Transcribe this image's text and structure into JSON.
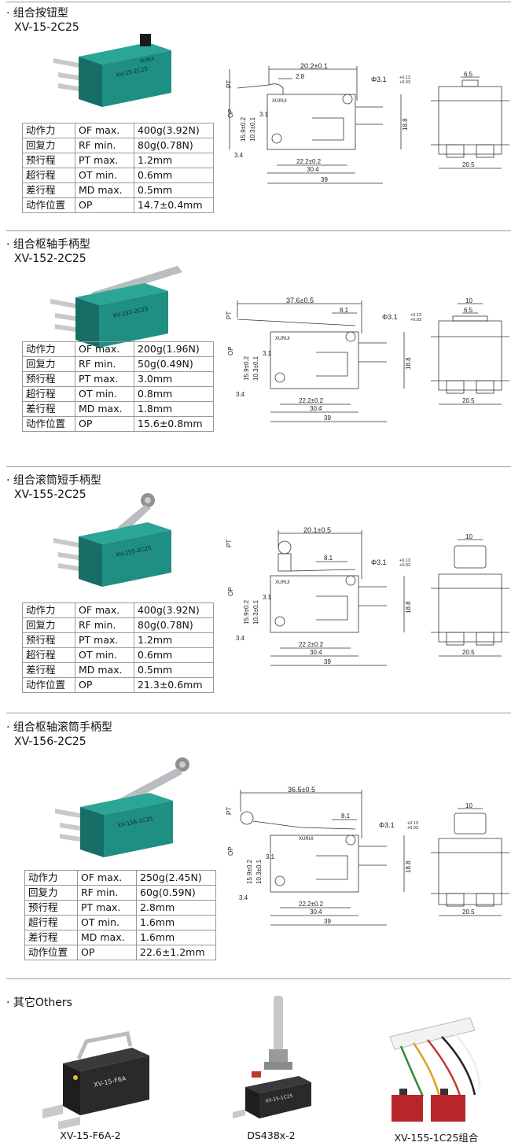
{
  "sections": [
    {
      "title": "组合按钮型",
      "model": "XV-15-2C25",
      "body_text": [
        "XV-15-2C25",
        "XURUI"
      ],
      "specs": [
        {
          "name": "动作力",
          "code": "OF max.",
          "value": "400g(3.92N)"
        },
        {
          "name": "回复力",
          "code": "RF min.",
          "value": "80g(0.78N)"
        },
        {
          "name": "预行程",
          "code": "PT max.",
          "value": "1.2mm"
        },
        {
          "name": "超行程",
          "code": "OT min.",
          "value": "0.6mm"
        },
        {
          "name": "差行程",
          "code": "MD max.",
          "value": "0.5mm"
        },
        {
          "name": "动作位置",
          "code": "OP",
          "value": "14.7±0.4mm"
        }
      ],
      "dims": {
        "top": "20.2±0.1",
        "lever": "2.8",
        "hole": "Φ3.1",
        "tol_up": "+0.13",
        "tol_dn": "+0.03",
        "h1": "15.9±0.2",
        "h2": "10.3±0.1",
        "h3": "3.1",
        "offset": "3.4",
        "pitch": "22.2±0.2",
        "w1": "30.4",
        "w2": "39",
        "height": "18.8",
        "side_top": "6.5",
        "side_w": "20.5",
        "pt": "PT",
        "op": "OP"
      }
    },
    {
      "title": "组合枢轴手柄型",
      "model": "XV-152-2C25",
      "body_text": [
        "XV-152-2C25",
        ""
      ],
      "specs": [
        {
          "name": "动作力",
          "code": "OF max.",
          "value": "200g(1.96N)"
        },
        {
          "name": "回复力",
          "code": "RF min.",
          "value": "50g(0.49N)"
        },
        {
          "name": "预行程",
          "code": "PT max.",
          "value": "3.0mm"
        },
        {
          "name": "超行程",
          "code": "OT min.",
          "value": "0.8mm"
        },
        {
          "name": "差行程",
          "code": "MD max.",
          "value": "1.8mm"
        },
        {
          "name": "动作位置",
          "code": "OP",
          "value": "15.6±0.8mm"
        }
      ],
      "dims": {
        "top": "37.6±0.5",
        "lever": "8.1",
        "hole": "Φ3.1",
        "tol_up": "+0.13",
        "tol_dn": "+0.03",
        "h1": "15.9±0.2",
        "h2": "10.3±0.1",
        "h3": "3.1",
        "offset": "3.4",
        "pitch": "22.2±0.2",
        "w1": "30.4",
        "w2": "39",
        "height": "18.8",
        "side_top": "10",
        "side_top2": "6.5",
        "side_w": "20.5",
        "pt": "PT",
        "op": "OP"
      }
    },
    {
      "title": "组合滚筒短手柄型",
      "model": "XV-155-2C25",
      "body_text": [
        "XV-155-2C25",
        ""
      ],
      "specs": [
        {
          "name": "动作力",
          "code": "OF max.",
          "value": "400g(3.92N)"
        },
        {
          "name": "回复力",
          "code": "RF min.",
          "value": "80g(0.78N)"
        },
        {
          "name": "预行程",
          "code": "PT max.",
          "value": "1.2mm"
        },
        {
          "name": "超行程",
          "code": "OT min.",
          "value": "0.6mm"
        },
        {
          "name": "差行程",
          "code": "MD max.",
          "value": "0.5mm"
        },
        {
          "name": "动作位置",
          "code": "OP",
          "value": "21.3±0.6mm"
        }
      ],
      "dims": {
        "top": "20.1±0.5",
        "lever": "8.1",
        "hole": "Φ3.1",
        "tol_up": "+0.13",
        "tol_dn": "+0.03",
        "h1": "15.9±0.2",
        "h2": "10.3±0.1",
        "h3": "3.1",
        "offset": "3.4",
        "pitch": "22.2±0.2",
        "w1": "30.4",
        "w2": "39",
        "height": "18.8",
        "side_top": "10",
        "side_w": "20.5",
        "pt": "PT",
        "op": "OP"
      }
    },
    {
      "title": "组合枢轴滚筒手柄型",
      "model": "XV-156-2C25",
      "body_text": [
        "XV-156-1C25",
        ""
      ],
      "specs": [
        {
          "name": "动作力",
          "code": "OF max.",
          "value": "250g(2.45N)"
        },
        {
          "name": "回复力",
          "code": "RF min.",
          "value": "60g(0.59N)"
        },
        {
          "name": "预行程",
          "code": "PT max.",
          "value": "2.8mm"
        },
        {
          "name": "超行程",
          "code": "OT min.",
          "value": "1.6mm"
        },
        {
          "name": "差行程",
          "code": "MD max.",
          "value": "1.6mm"
        },
        {
          "name": "动作位置",
          "code": "OP",
          "value": "22.6±1.2mm"
        }
      ],
      "dims": {
        "top": "36.5±0.5",
        "lever": "8.1",
        "hole": "Φ3.1",
        "tol_up": "+0.13",
        "tol_dn": "+0.03",
        "h1": "15.9±0.2",
        "h2": "10.3±0.1",
        "h3": "3.1",
        "offset": "3.4",
        "pitch": "22.2±0.2",
        "w1": "30.4",
        "w2": "39",
        "height": "18.8",
        "side_top": "10",
        "side_w": "20.5",
        "pt": "PT",
        "op": "OP"
      }
    }
  ],
  "others": {
    "title": "其它Others",
    "items": [
      {
        "caption": "XV-15-F6A-2",
        "body_text": "XV-15-F6A"
      },
      {
        "caption": "DS438x-2",
        "body_text": "XV-15-1C25"
      },
      {
        "caption": "XV-155-1C25组合",
        "body_text": ""
      }
    ]
  },
  "colors": {
    "switch_green": "#1f8f84",
    "switch_dark": "#176e66",
    "switch_black": "#2a2a2c",
    "lever_metal": "#b9bcc0",
    "terminal": "#c9c9c9",
    "red": "#b8262a"
  }
}
